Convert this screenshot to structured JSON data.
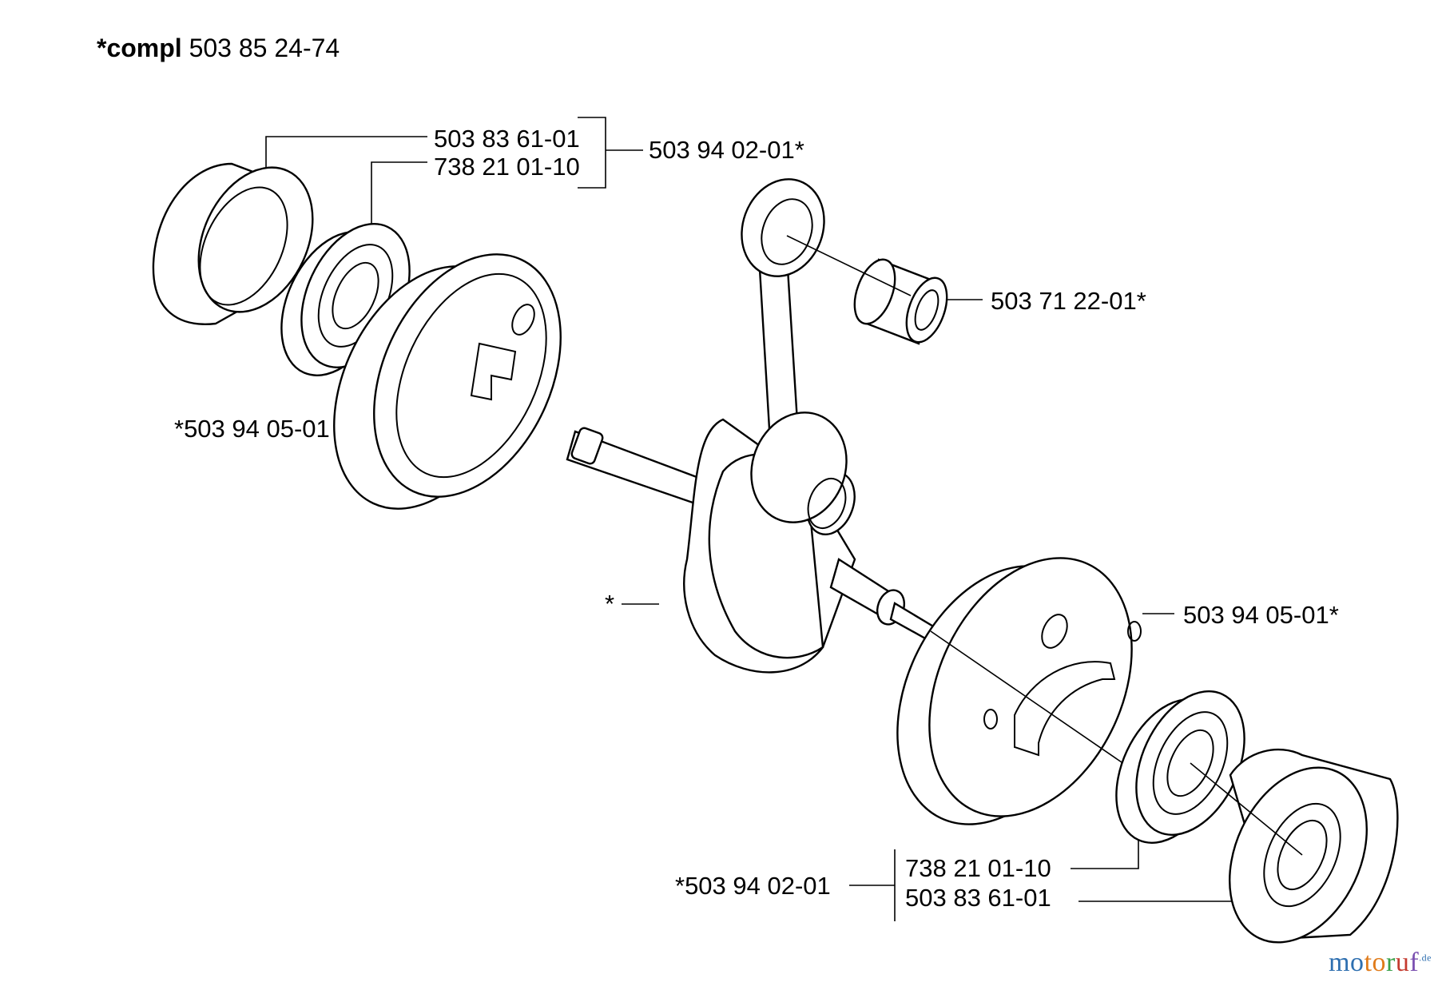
{
  "header": {
    "prefix": "*compl",
    "number": "503 85 24-74"
  },
  "labels": {
    "left_group_top": "503 83 61-01",
    "left_group_bottom": "738 21 01-10",
    "left_group_kit": "503 94 02-01*",
    "needle_bearing": "503 71 22-01*",
    "flywheel_half_left": "*503 94 05-01",
    "crankshaft": "*",
    "flywheel_half_right": "503 94 05-01*",
    "right_group_top": "738 21 01-10",
    "right_group_bottom": "503 83 61-01",
    "right_group_kit": "*503 94 02-01"
  },
  "watermark": {
    "part1": "mo",
    "part2": "to",
    "part3": "r",
    "part4": "u",
    "part5": "f",
    "suffix": ".de"
  }
}
